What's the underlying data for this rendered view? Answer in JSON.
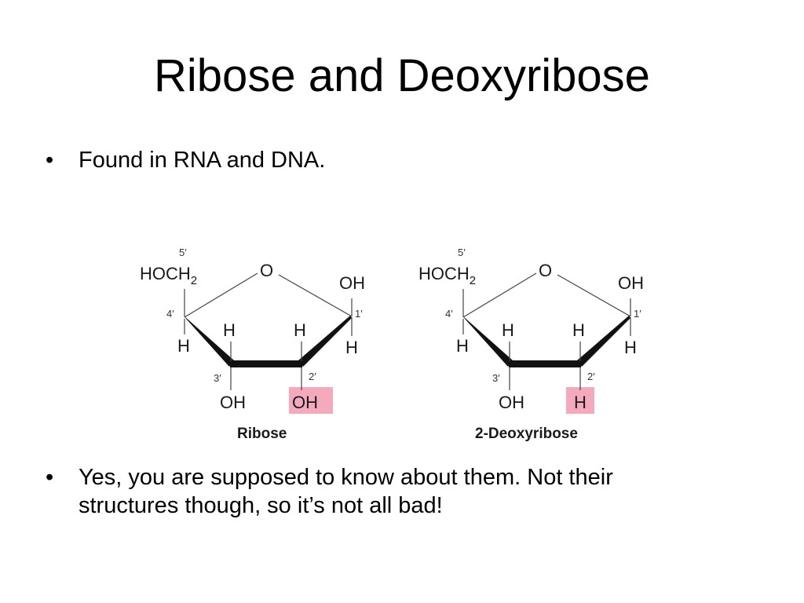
{
  "slide": {
    "title": "Ribose and Deoxyribose",
    "bullets": [
      {
        "marker": "•",
        "lines": [
          "Found in RNA and DNA."
        ]
      },
      {
        "marker": "•",
        "lines": [
          "Yes, you are supposed to know about them. Not their",
          "structures though, so it’s not all bad!"
        ]
      }
    ]
  },
  "figure": {
    "highlight_color": "#f5a9bc",
    "molecules": [
      {
        "caption": "Ribose",
        "hoch2": "HOCH",
        "hoch2_sub": "2",
        "ring_o": "O",
        "c1_oh": "OH",
        "c1_h": "H",
        "c4_h": "H",
        "c3_h": "H",
        "c2_h": "H",
        "c3_oh": "OH",
        "c2_sub": "OH",
        "c2_sub_highlighted": true,
        "locants": {
          "c5": "5′",
          "c4": "4′",
          "c3": "3′",
          "c2": "2′",
          "c1": "1′"
        }
      },
      {
        "caption": "2-Deoxyribose",
        "hoch2": "HOCH",
        "hoch2_sub": "2",
        "ring_o": "O",
        "c1_oh": "OH",
        "c1_h": "H",
        "c4_h": "H",
        "c3_h": "H",
        "c2_h": "H",
        "c3_oh": "OH",
        "c2_sub": "H",
        "c2_sub_highlighted": true,
        "locants": {
          "c5": "5′",
          "c4": "4′",
          "c3": "3′",
          "c2": "2′",
          "c1": "1′"
        }
      }
    ]
  }
}
